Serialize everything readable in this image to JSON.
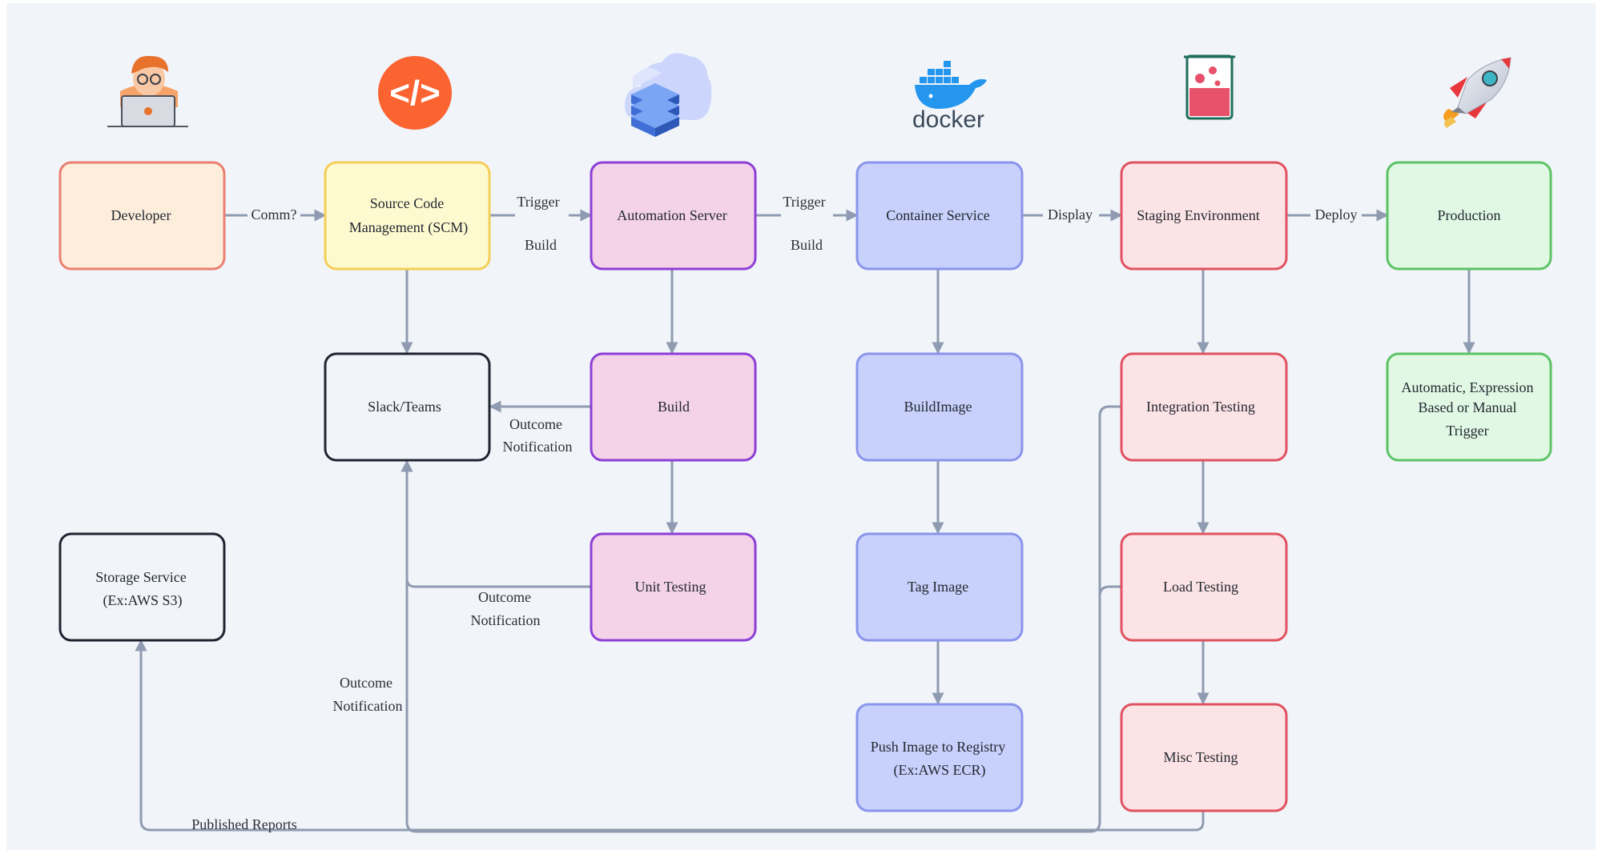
{
  "colors": {
    "background": "#f1f4f9",
    "edge": "#8e9bb0",
    "orange_fill": "#fdeedc",
    "orange_stroke": "#ec7f72",
    "yellow_fill": "#fefad0",
    "yellow_stroke": "#f5ce58",
    "purple_fill": "#f4d2e8",
    "purple_stroke": "#8d3fd6",
    "blue_fill": "#c8d1fb",
    "blue_stroke": "#8a95ec",
    "red_fill": "#fce3e5",
    "red_stroke": "#e0525f",
    "green_fill": "#e1f8e4",
    "green_stroke": "#5cc365",
    "dark_fill": "#f1f4f9",
    "dark_stroke": "#1f2430"
  },
  "icons": {
    "developer": "developer-laptop-icon",
    "scm": "code-brackets-icon",
    "automation": "cloud-server-icon",
    "docker": "docker-whale-icon",
    "docker_text": "docker",
    "staging": "beaker-icon",
    "production": "rocket-icon",
    "scm_glyph": "</>"
  },
  "nodes": {
    "developer": [
      "Developer"
    ],
    "scm": [
      "Source Code",
      "Management  (SCM)"
    ],
    "automation": [
      "Automation  Server"
    ],
    "container": [
      "Container  Service"
    ],
    "staging": [
      "Staging Environment"
    ],
    "production": [
      "Production"
    ],
    "slack": [
      "Slack/Teams"
    ],
    "build": [
      "Build"
    ],
    "unit_testing": [
      "Unit  Testing"
    ],
    "build_image": [
      "BuildImage"
    ],
    "tag_image": [
      "Tag Image"
    ],
    "push_image": [
      "Push Image to Registry",
      "(Ex:AWS ECR)"
    ],
    "integration": [
      "Integration  Testing"
    ],
    "load_testing": [
      "Load Testing"
    ],
    "misc_testing": [
      "Misc Testing"
    ],
    "trigger_mode": [
      "Automatic, Expression",
      "Based or Manual",
      "Trigger"
    ],
    "storage": [
      "Storage  Service",
      "(Ex:AWS S3)"
    ]
  },
  "edges": {
    "commit": "Comm?",
    "trigger_1": "Trigger",
    "build_1": "Build",
    "trigger_2": "Trigger",
    "build_2": "Build",
    "display": "Display",
    "deploy": "Deploy",
    "outcome_1": "Outcome",
    "notification_1": "Notification",
    "outcome_2": "Outcome",
    "notification_2": "Notification",
    "outcome_3": "Outcome",
    "notification_3": "Notification",
    "published": "Published Reports"
  }
}
